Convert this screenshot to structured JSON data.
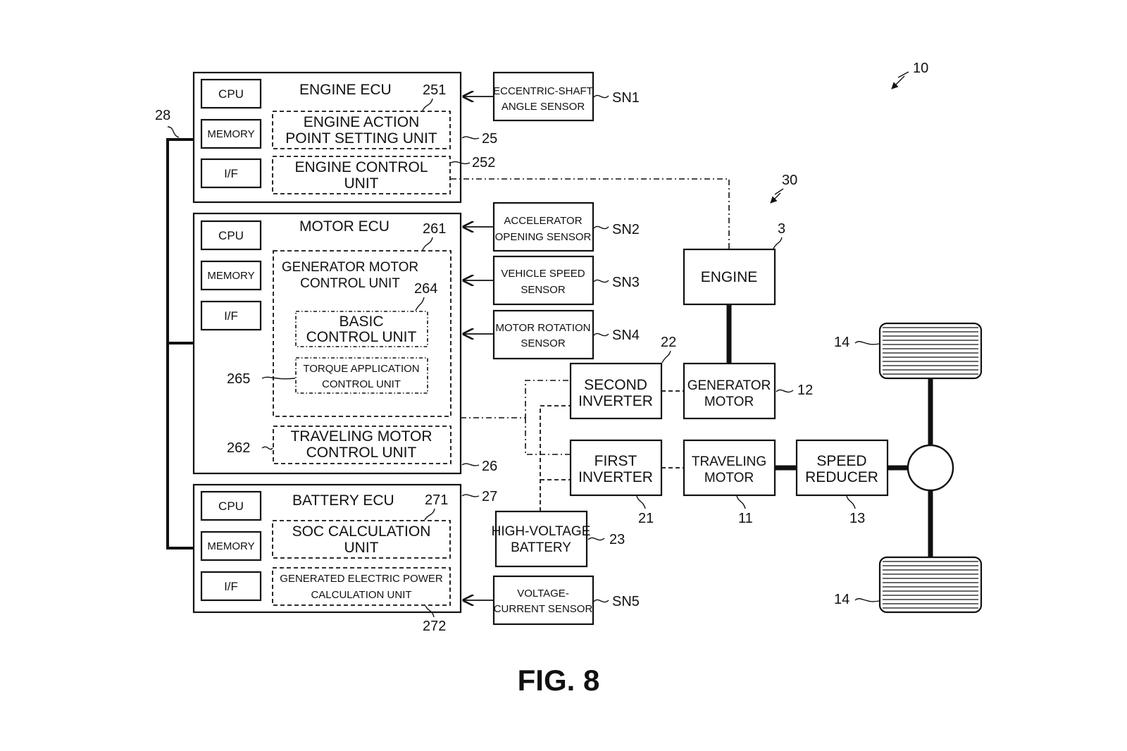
{
  "figure_label": "FIG. 8",
  "refs": {
    "system": "10",
    "drive": "30",
    "bus": "28",
    "engine_ecu": "25",
    "engine_action": "251",
    "engine_control": "252",
    "motor_ecu": "26",
    "gen_motor_ctrl": "261",
    "traveling_ctrl": "262",
    "basic_ctrl": "264",
    "torque_ctrl": "265",
    "battery_ecu": "27",
    "soc": "271",
    "gen_power": "272",
    "engine": "3",
    "generator_motor": "12",
    "traveling_motor": "11",
    "speed_reducer": "13",
    "first_inverter": "21",
    "second_inverter": "22",
    "battery": "23",
    "wheel_top": "14",
    "wheel_bottom": "14",
    "sn1": "SN1",
    "sn2": "SN2",
    "sn3": "SN3",
    "sn4": "SN4",
    "sn5": "SN5"
  },
  "engine_ecu": {
    "title": "ENGINE ECU",
    "cpu": "CPU",
    "memory": "MEMORY",
    "if": "I/F",
    "action_unit": [
      "ENGINE ACTION",
      "POINT SETTING UNIT"
    ],
    "control_unit": [
      "ENGINE CONTROL",
      "UNIT"
    ]
  },
  "motor_ecu": {
    "title": "MOTOR ECU",
    "cpu": "CPU",
    "memory": "MEMORY",
    "if": "I/F",
    "gen_ctrl_unit": [
      "GENERATOR MOTOR",
      "CONTROL UNIT"
    ],
    "basic_unit": [
      "BASIC",
      "CONTROL UNIT"
    ],
    "torque_unit": [
      "TORQUE APPLICATION",
      "CONTROL UNIT"
    ],
    "traveling_unit": [
      "TRAVELING MOTOR",
      "CONTROL UNIT"
    ]
  },
  "battery_ecu": {
    "title": "BATTERY ECU",
    "cpu": "CPU",
    "memory": "MEMORY",
    "if": "I/F",
    "soc_unit": [
      "SOC CALCULATION",
      "UNIT"
    ],
    "gen_power_unit": [
      "GENERATED ELECTRIC POWER",
      "CALCULATION UNIT"
    ]
  },
  "sensors": {
    "eccentric": [
      "ECCENTRIC-SHAFT",
      "ANGLE SENSOR"
    ],
    "accelerator": [
      "ACCELERATOR",
      "OPENING SENSOR"
    ],
    "vehicle_speed": [
      "VEHICLE SPEED",
      "SENSOR"
    ],
    "motor_rotation": [
      "MOTOR ROTATION",
      "SENSOR"
    ],
    "voltage_current": [
      "VOLTAGE-",
      "CURRENT SENSOR"
    ]
  },
  "powertrain": {
    "engine": "ENGINE",
    "generator_motor": [
      "GENERATOR",
      "MOTOR"
    ],
    "second_inverter": [
      "SECOND",
      "INVERTER"
    ],
    "first_inverter": [
      "FIRST",
      "INVERTER"
    ],
    "traveling_motor": [
      "TRAVELING",
      "MOTOR"
    ],
    "speed_reducer": [
      "SPEED",
      "REDUCER"
    ],
    "battery": [
      "HIGH-VOLTAGE",
      "BATTERY"
    ]
  }
}
